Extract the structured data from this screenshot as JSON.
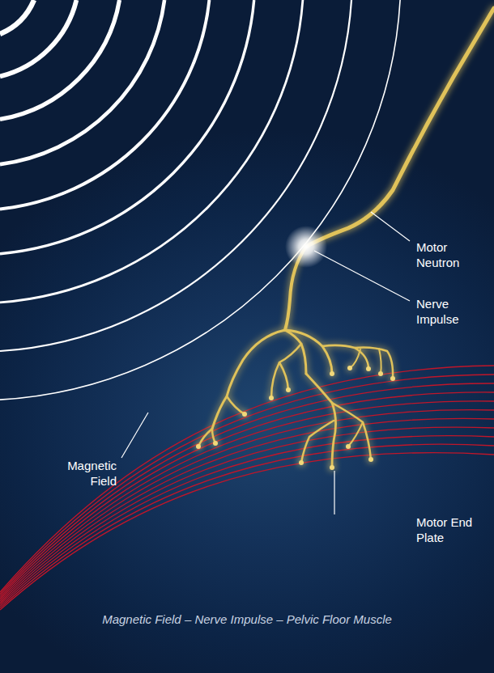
{
  "diagram": {
    "caption": "Magnetic Field – Nerve Impulse – Pelvic Floor Muscle",
    "labels": [
      "Motor Neutron",
      "Nerve Impulse",
      "Magnetic Field",
      "Motor End Plate"
    ]
  }
}
